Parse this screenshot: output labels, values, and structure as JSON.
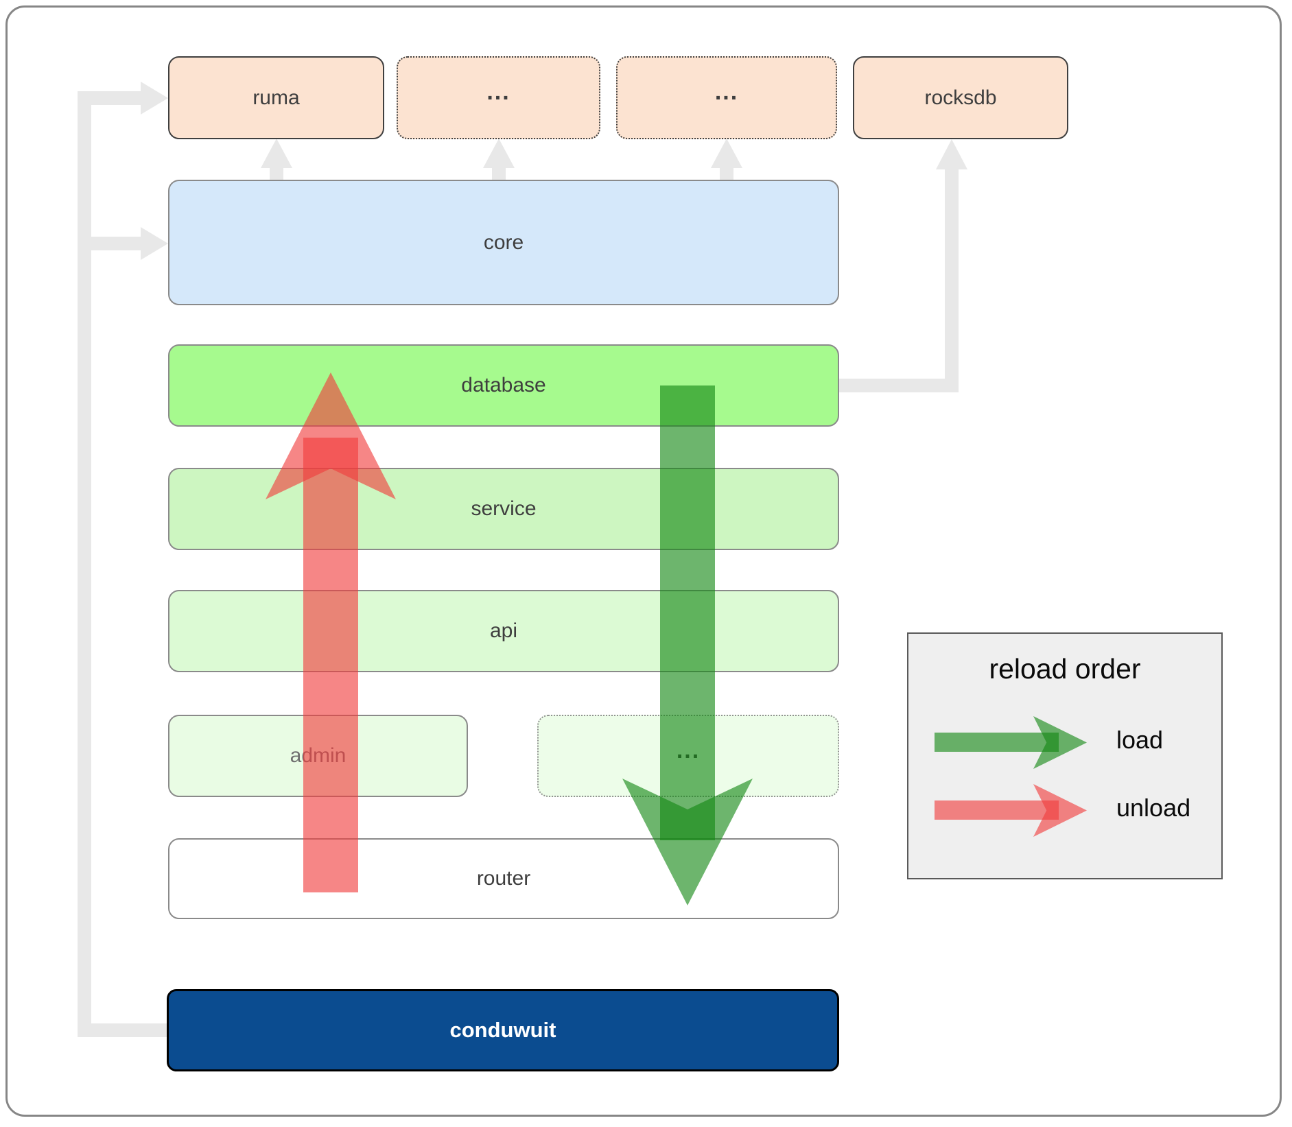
{
  "diagram": {
    "top_row": [
      {
        "label": "ruma",
        "style": "solid"
      },
      {
        "label": "...",
        "style": "dotted"
      },
      {
        "label": "...",
        "style": "dotted"
      },
      {
        "label": "rocksdb",
        "style": "solid"
      }
    ],
    "layers": [
      {
        "label": "core"
      },
      {
        "label": "database"
      },
      {
        "label": "service"
      },
      {
        "label": "api"
      }
    ],
    "admin_row": [
      {
        "label": "admin"
      },
      {
        "label": "..."
      }
    ],
    "router": {
      "label": "router"
    },
    "app": {
      "label": "conduwuit"
    }
  },
  "legend": {
    "title": "reload order",
    "items": [
      {
        "label": "load",
        "color": "green"
      },
      {
        "label": "unload",
        "color": "red"
      }
    ]
  },
  "icons": {
    "load_arrow": "arrow-down-icon",
    "unload_arrow": "arrow-up-icon",
    "connector_arrows": "arrow-right-icon"
  },
  "colors": {
    "connector": "#e8e8e8",
    "load_arrow": "rgba(20,135,20,0.62)",
    "unload_arrow": "rgba(240,60,60,0.62)",
    "peach_fill": "#fce3d1",
    "peach_border": "#3f3f3f",
    "core_fill": "#d5e8fa",
    "database_fill": "#a6fa8e",
    "service_fill": "#cdf6c1",
    "api_fill": "#dcfad4",
    "admin_fill": "#e9fce4",
    "dots3_fill": "#edfde9",
    "router_fill": "#ffffff",
    "box_border": "#8a8a8a",
    "app_fill": "#0b4c90",
    "app_border": "#000000",
    "text": "#3e3e3e",
    "admin_text": "#6f6f6f",
    "legend_bg": "#efefef",
    "legend_border": "#595959"
  }
}
